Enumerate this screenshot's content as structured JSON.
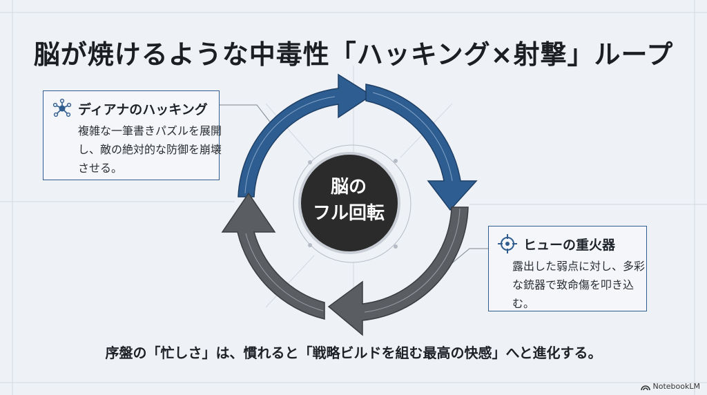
{
  "title": "脳が焼けるような中毒性「ハッキング×射撃」ループ",
  "center": {
    "line1": "脳の",
    "line2": "フル回転"
  },
  "left_box": {
    "label": "ディアナのハッキング",
    "icon": "network-icon",
    "description": "複雑な一筆書きパズルを展開し、敵の絶対的な防御を崩壊させる。"
  },
  "right_box": {
    "label": "ヒューの重火器",
    "icon": "crosshair-icon",
    "description": "露出した弱点に対し、多彩な銃器で致命傷を叩き込む。"
  },
  "footer": "序盤の「忙しさ」は、慣れると「戦略ビルドを組む最高の快感」へと進化する。",
  "brand": "NotebookLM",
  "colors": {
    "blue_arrow": "#2e5d91",
    "gray_arrow": "#5a5d61",
    "center": "#2b2b2b",
    "background": "#eef1f5"
  }
}
